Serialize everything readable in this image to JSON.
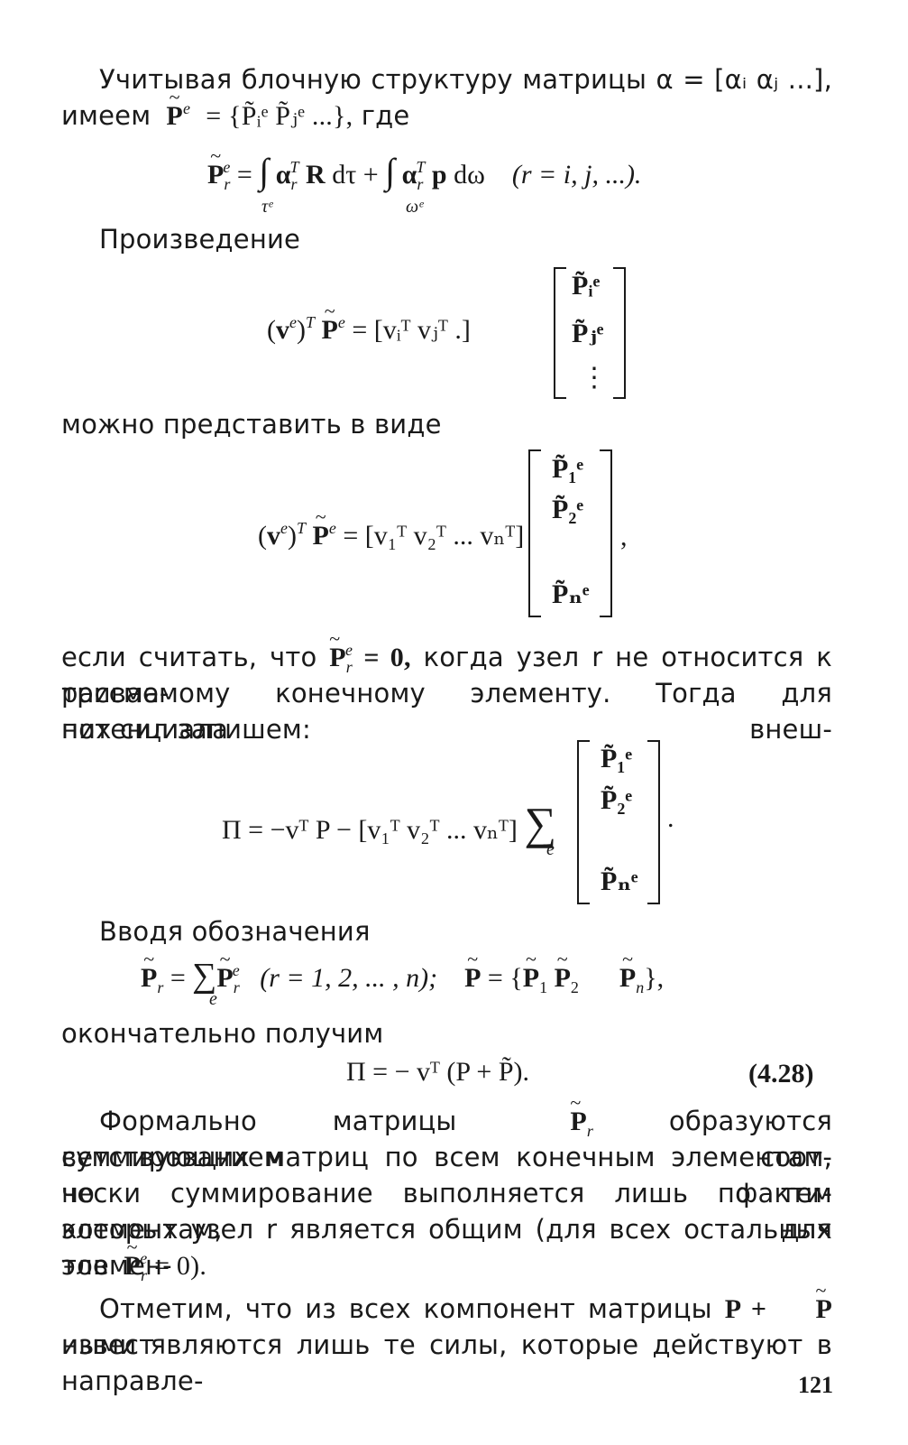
{
  "paragraphs": {
    "p1_line1": "Учитывая блочную структуру матрицы α = [αᵢ αⱼ ...],",
    "p1_line2_a": "имеем",
    "p1_line2_b": "где",
    "p2": "Произведение",
    "p3": "можно представить в виде",
    "p4_line1_a": "если считать, что",
    "p4_line1_b": "когда узел r не относится к рассма-",
    "p4_line2": "триваемому конечному элементу. Тогда для потенциала внеш-",
    "p4_line3": "них сил запишем:",
    "p5": "Вводя обозначения",
    "p6": "окончательно получим",
    "p7_line1_a": "Формально матрицы",
    "p7_line1_b": "образуются суммированием соот-",
    "p7_line2": "ветствующих матриц по всем конечным элементам, но факти-",
    "p7_line3": "чески суммирование выполняется лишь по тем элементам, для",
    "p7_line4": "которых узел r является общим (для всех остальных элемен-",
    "p7_line5_a": "тов",
    "p8_line1_a": "Отметим, что из всех компонент матрицы",
    "p8_line1_b": "извест-",
    "p8_line2": "ными являются лишь те силы, которые действуют в направле-"
  },
  "equations": {
    "eq_pe_set": "= {P̃ᵢᵉ P̃ⱼᵉ ...},",
    "eq_integral_tail": "(r = i, j, ...).",
    "eq_integral_lower1": "τᵉ",
    "eq_integral_lower2": "ωᵉ",
    "eq_product_row": "= [vᵢᵀ vⱼᵀ          .]",
    "eq_product_col": [
      "P̃ᵢᵉ",
      "P̃ⱼᵉ",
      "⋮"
    ],
    "eq_full_row": "= [v₁ᵀ v₂ᵀ ... vₙᵀ]",
    "eq_full_col": [
      "P̃₁ᵉ",
      "P̃₂ᵉ",
      "P̃ₙᵉ"
    ],
    "eq_potential_left": "Π = −vᵀ P − [v₁ᵀ v₂ᵀ ... vₙᵀ]",
    "eq_sum_index": "e",
    "eq_def_range": "(r = 1, 2, ... , n);",
    "eq_final": "Π = − vᵀ (P + P̃).",
    "eq_final_number": "(4.28)",
    "eq_zero": "= 0,",
    "eq_zero2": "= 0)."
  },
  "page_number": "121"
}
